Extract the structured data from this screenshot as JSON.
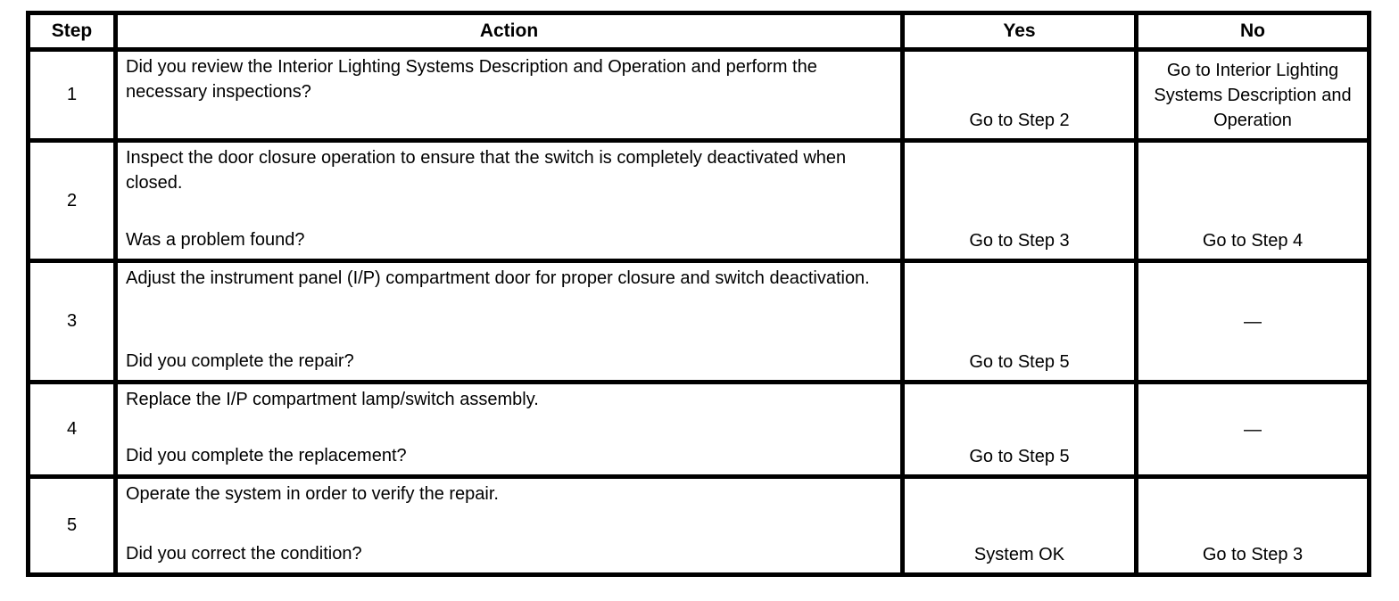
{
  "table": {
    "headers": {
      "step": "Step",
      "action": "Action",
      "yes": "Yes",
      "no": "No"
    },
    "rows": [
      {
        "step": "1",
        "action_main": "Did you review the Interior Lighting Systems Description and Operation and perform the necessary inspections?",
        "action_question": "",
        "yes": "Go to Step 2",
        "no": "Go to Interior Lighting Systems Description and Operation"
      },
      {
        "step": "2",
        "action_main": "Inspect the door closure operation to ensure that the switch is completely deactivated when closed.",
        "action_question": "Was a problem found?",
        "yes": "Go to Step 3",
        "no": "Go to Step 4"
      },
      {
        "step": "3",
        "action_main": "Adjust the instrument panel (I/P) compartment door for proper closure and switch deactivation.",
        "action_question": "Did you complete the repair?",
        "yes": "Go to Step 5",
        "no": "—"
      },
      {
        "step": "4",
        "action_main": "Replace the I/P compartment lamp/switch assembly.",
        "action_question": "Did you complete the replacement?",
        "yes": "Go to Step 5",
        "no": "—"
      },
      {
        "step": "5",
        "action_main": "Operate the system in order to verify the repair.",
        "action_question": "Did you correct the condition?",
        "yes": "System OK",
        "no": "Go to Step 3"
      }
    ],
    "colors": {
      "border": "#000000",
      "background": "#ffffff",
      "text": "#000000"
    }
  }
}
